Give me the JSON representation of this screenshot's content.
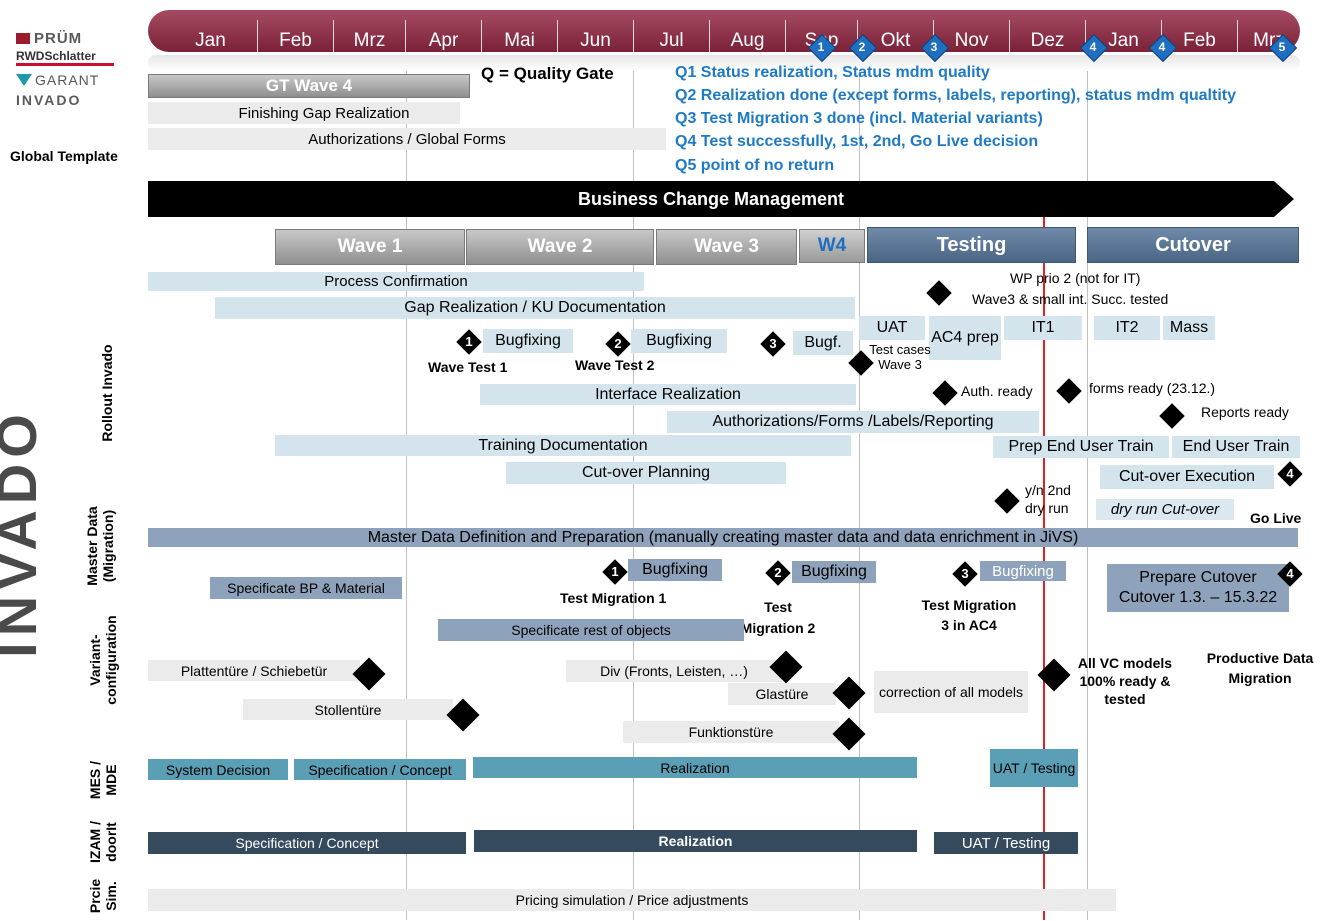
{
  "months": [
    "Jan",
    "Feb",
    "Mrz",
    "Apr",
    "Mai",
    "Jun",
    "Jul",
    "Aug",
    "Sep",
    "Okt",
    "Nov",
    "Dez",
    "Jan",
    "Feb",
    "Mrz"
  ],
  "logos": {
    "prum": "PRÜM",
    "rwd": "RWDSchlatter",
    "garant": "GARANT",
    "invado": "INVADO",
    "global_template": "Global Template"
  },
  "side_logo": "INVADO",
  "quality_gate": {
    "title": "Q = Quality Gate",
    "markers": [
      "1",
      "2",
      "3",
      "4",
      "4",
      "5"
    ],
    "lines": [
      "Q1 Status realization, Status mdm quality",
      "Q2 Realization done (except forms, labels, reporting), status mdm qualtity",
      "Q3 Test Migration 3  done (incl. Material variants)",
      "Q4 Test successfully, 1st, 2nd, Go Live decision",
      "Q5 point of no return"
    ]
  },
  "global": {
    "gt_wave": "GT Wave 4",
    "finishing": "Finishing Gap Realization",
    "authorizations": "Authorizations / Global Forms"
  },
  "bcm": "Business Change Management",
  "waves": {
    "w1": "Wave 1",
    "w2": "Wave 2",
    "w3": "Wave 3",
    "w4": "W4",
    "testing": "Testing",
    "cutover": "Cutover"
  },
  "sections": {
    "rollout": "Rollout Invado",
    "master_data": "Master Data (Migration)",
    "variant": "Variant-configuration",
    "mes": "MES / MDE",
    "izam": "IZAM / doorIt",
    "price": "Prcie Sim."
  },
  "rollout": {
    "process_confirmation": "Process Confirmation",
    "gap_realization": "Gap Realization / KU Documentation",
    "bugfixing": "Bugfixing",
    "bugf": "Bugf.",
    "uat": "UAT",
    "ac4_prep": "AC4 prep",
    "it1": "IT1",
    "it2": "IT2",
    "mass": "Mass",
    "wave_test_1": "Wave Test 1",
    "wave_test_2": "Wave Test 2",
    "test_cases": "Test cases Wave 3",
    "wp_prio": "WP prio 2 (not for IT)",
    "wave3_small": "Wave3 & small int. Succ. tested",
    "interface": "Interface Realization",
    "auth_ready": "Auth. ready",
    "forms_ready": "forms ready (23.12.)",
    "reports_ready": "Reports ready",
    "auth_forms": "Authorizations/Forms /Labels/Reporting",
    "training": "Training Documentation",
    "prep_end_user": "Prep End User Train",
    "end_user": "End User Train",
    "cutover_planning": "Cut-over Planning",
    "cutover_exec": "Cut-over Execution",
    "yn_2nd": "y/n 2nd dry run",
    "dry_run": "dry run Cut-over",
    "go_live": "Go Live"
  },
  "master": {
    "definition": "Master Data Definition and Preparation (manually creating master data and data enrichment in JiVS)",
    "specificate_bp": "Specificate BP & Material",
    "bugfixing": "Bugfixing",
    "test_migration_1": "Test Migration 1",
    "test_migration_2": "Test Migration 2",
    "test_migration_3": "Test Migration 3 in AC4",
    "prepare_cutover": "Prepare Cutover",
    "cutover_dates": "Cutover 1.3. – 15.3.22",
    "specificate_rest": "Specificate rest of objects"
  },
  "variant": {
    "plattentur": "Plattentüre / Schiebetür",
    "stollentur": "Stollentüre",
    "div": "Div (Fronts, Leisten, …)",
    "glastur": "Glastüre",
    "funktionstur": "Funktionstüre",
    "correction": "correction of all models",
    "all_vc": "All VC models 100% ready & tested",
    "productive": "Productive Data Migration"
  },
  "mes": {
    "system_decision": "System Decision",
    "specification": "Specification / Concept",
    "realization": "Realization",
    "uat": "UAT / Testing"
  },
  "izam": {
    "specification": "Specification / Concept",
    "realization": "Realization",
    "uat": "UAT / Testing"
  },
  "price": {
    "sim": "Pricing simulation / Price adjustments"
  },
  "milestones": {
    "m1": "1",
    "m2": "2",
    "m3": "3",
    "m4": "4"
  },
  "colors": {
    "month_bar": "#8b2e45",
    "today_line": "#e02020",
    "qgate": "#1f7ac6"
  }
}
